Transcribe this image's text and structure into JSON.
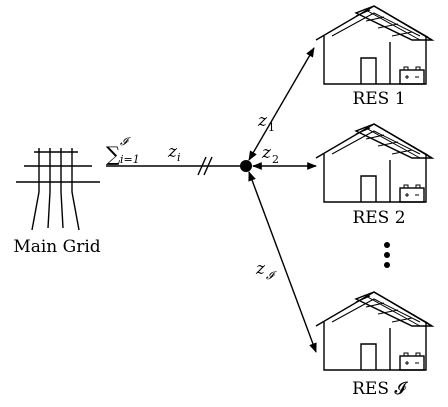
{
  "grid": {
    "label": "Main Grid"
  },
  "trunk": {
    "sum_symbol": "∑",
    "sum_upper": "𝓘",
    "sum_lower": "i=1",
    "sum_term": "z",
    "sum_term_sub": "i"
  },
  "links": [
    {
      "label": "z",
      "sub": "1"
    },
    {
      "label": "z",
      "sub": "2"
    },
    {
      "label": "z",
      "sub": "𝓘"
    }
  ],
  "houses": [
    {
      "label": "RES 1"
    },
    {
      "label": "RES 2"
    },
    {
      "label": "RES 𝓘"
    }
  ],
  "ellipsis": "⋮"
}
